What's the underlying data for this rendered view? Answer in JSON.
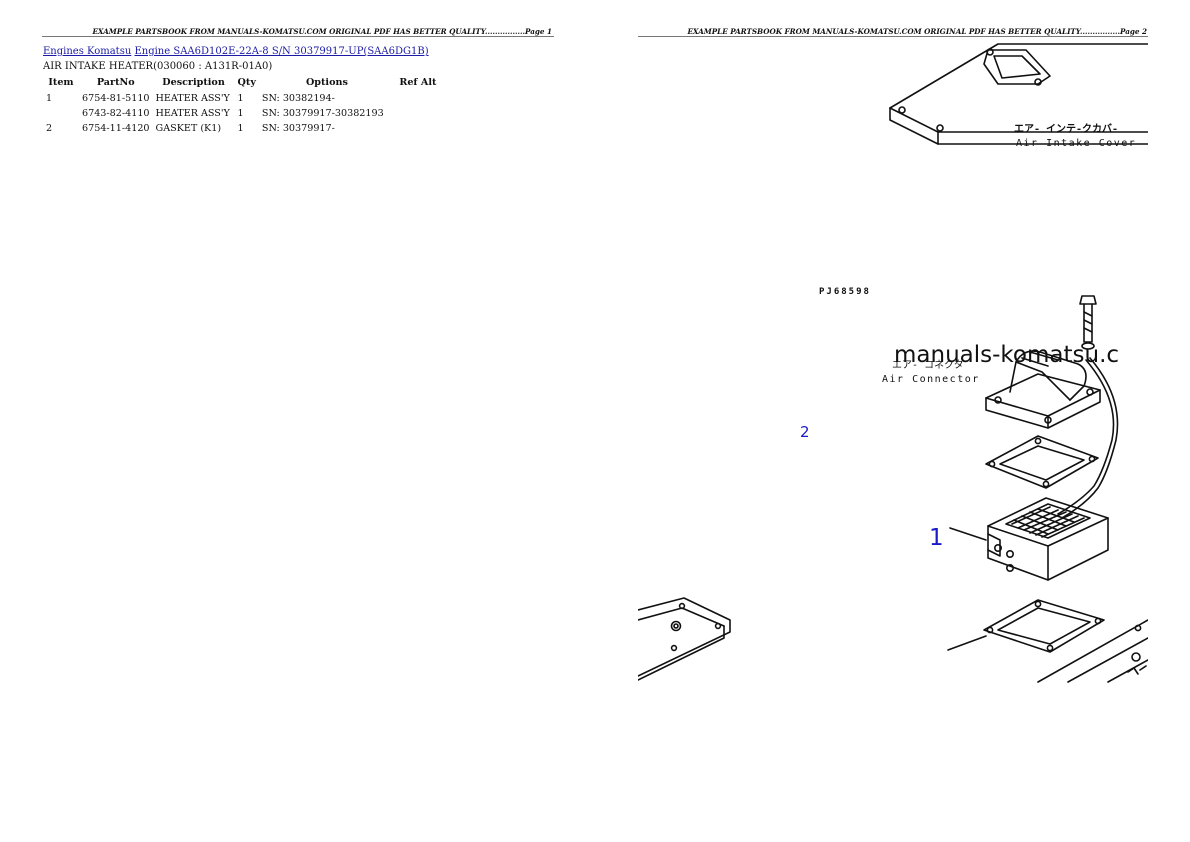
{
  "headers": {
    "left": "EXAMPLE PARTSBOOK FROM MANUALS-KOMATSU.COM ORIGINAL PDF HAS BETTER QUALITY................Page 1",
    "right": "EXAMPLE PARTSBOOK FROM MANUALS-KOMATSU.COM ORIGINAL PDF HAS BETTER QUALITY................Page 2"
  },
  "breadcrumb": {
    "link1": "Engines Komatsu",
    "link2": "Engine SAA6D102E-22A-8 S/N 30379917-UP(SAA6DG1B)"
  },
  "subtitle": "AIR INTAKE HEATER(030060 : A131R-01A0)",
  "table": {
    "columns": [
      "Item",
      "PartNo",
      "Description",
      "Qty",
      "Options",
      "Ref Alt"
    ],
    "rows": [
      {
        "item": "1",
        "part": "6754-81-5110",
        "desc": "HEATER ASS'Y",
        "qty": "1",
        "options": "SN: 30382194-",
        "ref": ""
      },
      {
        "item": "",
        "part": "6743-82-4110",
        "desc": "HEATER ASS'Y",
        "qty": "1",
        "options": "SN: 30379917-30382193",
        "ref": ""
      },
      {
        "item": "2",
        "part": "6754-11-4120",
        "desc": "GASKET (K1)",
        "qty": "1",
        "options": "SN: 30379917-",
        "ref": ""
      }
    ]
  },
  "drawing": {
    "label_cover_jp": "エア- インテ-クカバ-",
    "label_cover_en": "Air Intake Cover",
    "code": "PJ68598",
    "watermark": "manuals-komatsu.c",
    "label_connector_jp": "エア- コネクタ",
    "label_connector_en": "Air Connector",
    "callout_2": "2",
    "callout_1": "1",
    "callout_color": "#1a1ac8"
  }
}
